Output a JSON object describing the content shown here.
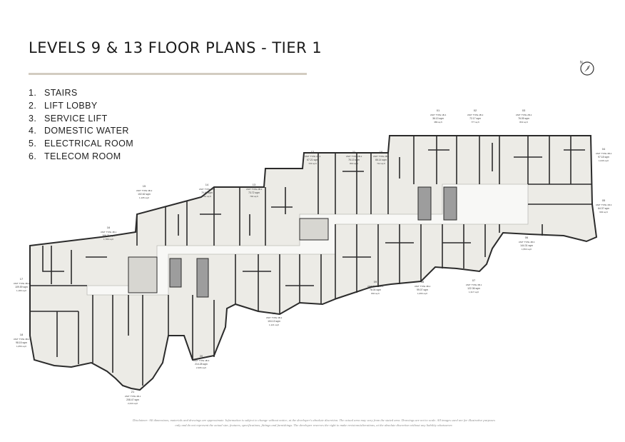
{
  "header": {
    "title": "LEVELS 9 & 13 FLOOR PLANS - TIER 1"
  },
  "legend": {
    "items": [
      {
        "num": "1.",
        "label": "STAIRS"
      },
      {
        "num": "2.",
        "label": "LIFT LOBBY"
      },
      {
        "num": "3.",
        "label": "SERVICE LIFT"
      },
      {
        "num": "4.",
        "label": "DOMESTIC WATER"
      },
      {
        "num": "5.",
        "label": "ELECTRICAL ROOM"
      },
      {
        "num": "6.",
        "label": "TELECOM ROOM"
      }
    ]
  },
  "compass": {
    "icon": "north-arrow-icon"
  },
  "colors": {
    "floor": "#ecebe6",
    "wall": "#2b2b2b",
    "core": "#9d9d9d",
    "rule": "#d3ccc1",
    "corridor": "#f8f8f6"
  },
  "units": [
    {
      "no": "01",
      "type": "UNIT TYPE 1B.4",
      "sqm": "36.13 sqm",
      "sqft": "389 sq.ft"
    },
    {
      "no": "02",
      "type": "UNIT TYPE 2B.2",
      "sqm": "72.17 sqm",
      "sqft": "777 sq.ft"
    },
    {
      "no": "03",
      "type": "UNIT TYPE 2B.2",
      "sqm": "76.05 sqm",
      "sqft": "819 sq.ft"
    },
    {
      "no": "04",
      "type": "UNIT TYPE 3B.2",
      "sqm": "97.18 sqm",
      "sqft": "1,046 sq.ft"
    },
    {
      "no": "05",
      "type": "UNIT TYPE 1B.3",
      "sqm": "64.37 sqm",
      "sqft": "693 sq.ft"
    },
    {
      "no": "06",
      "type": "UNIT TYPE 4B.3",
      "sqm": "144.31 sqm",
      "sqft": "1,553 sq.ft"
    },
    {
      "no": "07",
      "type": "UNIT TYPE 3B.1",
      "sqm": "122.36 sqm",
      "sqft": "1,317 sq.ft"
    },
    {
      "no": "08",
      "type": "UNIT TYPE 3B.2",
      "sqm": "99.07 sqm",
      "sqft": "1,066 sq.ft"
    },
    {
      "no": "09",
      "type": "UNIT TYPE 2B.2",
      "sqm": "78.04 sqm",
      "sqft": "840 sq.ft"
    },
    {
      "no": "10",
      "type": "UNIT TYPE 2B.1",
      "sqm": "66.14 sqm",
      "sqft": "712 sq.ft"
    },
    {
      "no": "11",
      "type": "UNIT TYPE 2B.2",
      "sqm": "76.13 sqm",
      "sqft": "819 sq.ft"
    },
    {
      "no": "12",
      "type": "UNIT TYPE 2B.1",
      "sqm": "67.21 sqm",
      "sqft": "723 sq.ft"
    },
    {
      "no": "13",
      "type": "UNIT TYPE 2B.2",
      "sqm": "73.72 sqm",
      "sqft": "794 sq.ft"
    },
    {
      "no": "14",
      "type": "UNIT TYPE 1B.2",
      "sqm": "70.66 sqm",
      "sqft": "761 sq.ft"
    },
    {
      "no": "15",
      "type": "UNIT TYPE 3B.2",
      "sqm": "102.62 sqm",
      "sqft": "1,105 sq.ft"
    },
    {
      "no": "16",
      "type": "UNIT TYPE 4B.1",
      "sqm": "166.21 sqm",
      "sqft": "1,789 sq.ft"
    },
    {
      "no": "17",
      "type": "UNIT TYPE 3B.2",
      "sqm": "109.59 sqm",
      "sqft": "1,180 sq.ft"
    },
    {
      "no": "18",
      "type": "UNIT TYPE 3B.2",
      "sqm": "98.15 sqm",
      "sqft": "1,056 sq.ft"
    },
    {
      "no": "19",
      "type": "UNIT TYPE 3B.2",
      "sqm": "104.13 sqm",
      "sqft": "1,121 sq.ft"
    },
    {
      "no": "20",
      "type": "UNIT TYPE 4B.3",
      "sqm": "214.28 sqm",
      "sqft": "2,306 sq.ft"
    },
    {
      "no": "21",
      "type": "UNIT TYPE 4B.1",
      "sqm": "208.47 sqm",
      "sqft": "2,244 sq.ft"
    }
  ],
  "disclaimer": {
    "line1": "Disclaimer: All dimensions, materials and drawings are approximate. Information is subject to change without notice, at the developer's absolute discretion. The actual area may vary from the stated area. Drawings are not to scale. All images used are for illustrative purposes",
    "line2": "only and do not represent the actual size, features, specifications, fittings and furnishings. The developer reserves the right to make revisions/alterations, at the absolute discretion without any liability whatsoever."
  }
}
